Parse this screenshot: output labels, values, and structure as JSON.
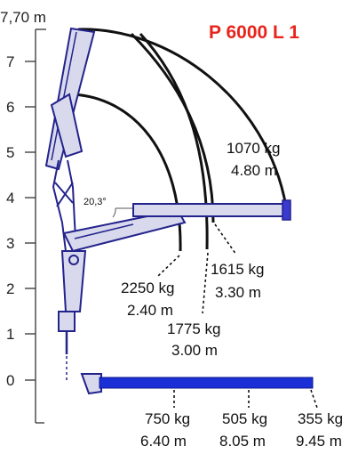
{
  "title": "P 6000 L 1",
  "y_axis": {
    "ticks": [
      "0",
      "1",
      "2",
      "3",
      "4",
      "5",
      "6",
      "7"
    ],
    "top_label": "7,70 m"
  },
  "angle_label": "20,3°",
  "loads": [
    {
      "id": "load-1070",
      "weight": "1070 kg",
      "reach": "4.80 m"
    },
    {
      "id": "load-2250",
      "weight": "2250 kg",
      "reach": "2.40 m"
    },
    {
      "id": "load-1615",
      "weight": "1615 kg",
      "reach": "3.30 m"
    },
    {
      "id": "load-1775",
      "weight": "1775 kg",
      "reach": "3.00 m"
    },
    {
      "id": "load-750",
      "weight": "750 kg",
      "reach": "6.40 m"
    },
    {
      "id": "load-505",
      "weight": "505 kg",
      "reach": "8.05 m"
    },
    {
      "id": "load-355",
      "weight": "355 kg",
      "reach": "9.45 m"
    }
  ],
  "colors": {
    "title": "#e8241c",
    "crane_outline": "#23238c",
    "crane_fill": "#d9d9ee",
    "boom_extended": "#1a2fd6",
    "envelope": "#111111"
  }
}
